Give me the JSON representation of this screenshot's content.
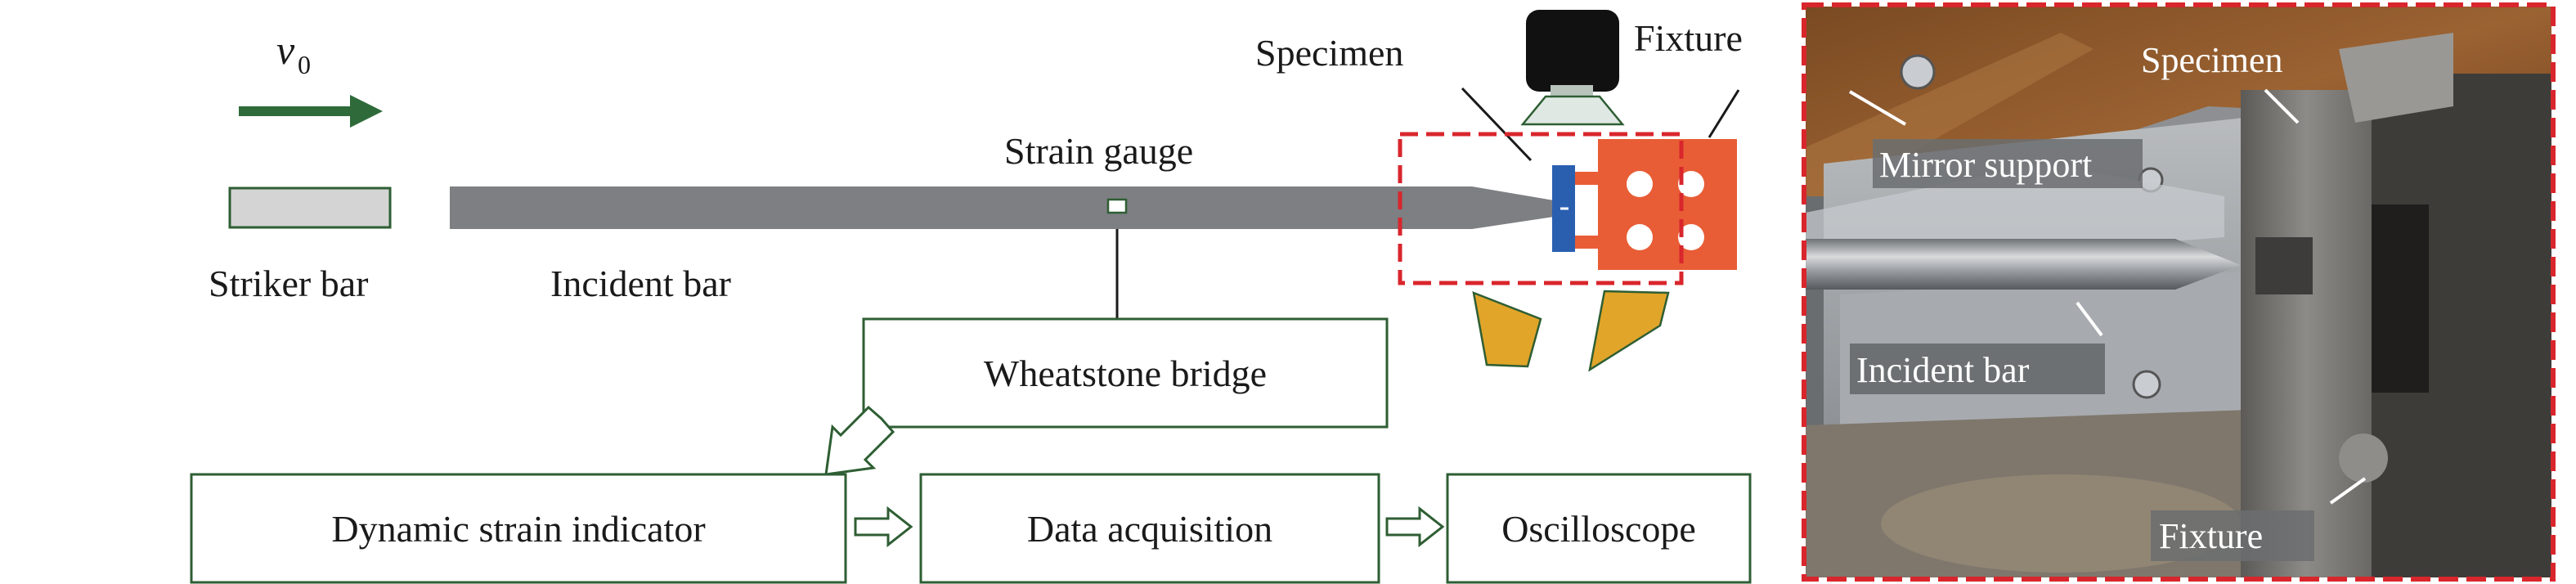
{
  "labels": {
    "velocity_symbol": "v",
    "velocity_subscript": "0",
    "striker_bar": "Striker bar",
    "incident_bar": "Incident bar",
    "strain_gauge": "Strain gauge",
    "specimen": "Specimen",
    "fixture": "Fixture"
  },
  "boxes": {
    "wheatstone_bridge": "Wheatstone bridge",
    "dynamic_strain_indicator": "Dynamic strain indicator",
    "data_acquisition": "Data acquisition",
    "oscilloscope": "Oscilloscope"
  },
  "photo_labels": {
    "specimen": "Specimen",
    "mirror_support": "Mirror support",
    "incident_bar": "Incident bar",
    "fixture": "Fixture"
  },
  "colors": {
    "box_border": "#2e5e33",
    "arrow_green": "#2f6b3a",
    "bar_gray": "#7d7f82",
    "specimen_blue": "#2a5fb0",
    "fixture_orange": "#e85d36",
    "mirror_gold": "#e1a52a",
    "dashed_red": "#d8262c",
    "camera_black": "#111111"
  }
}
